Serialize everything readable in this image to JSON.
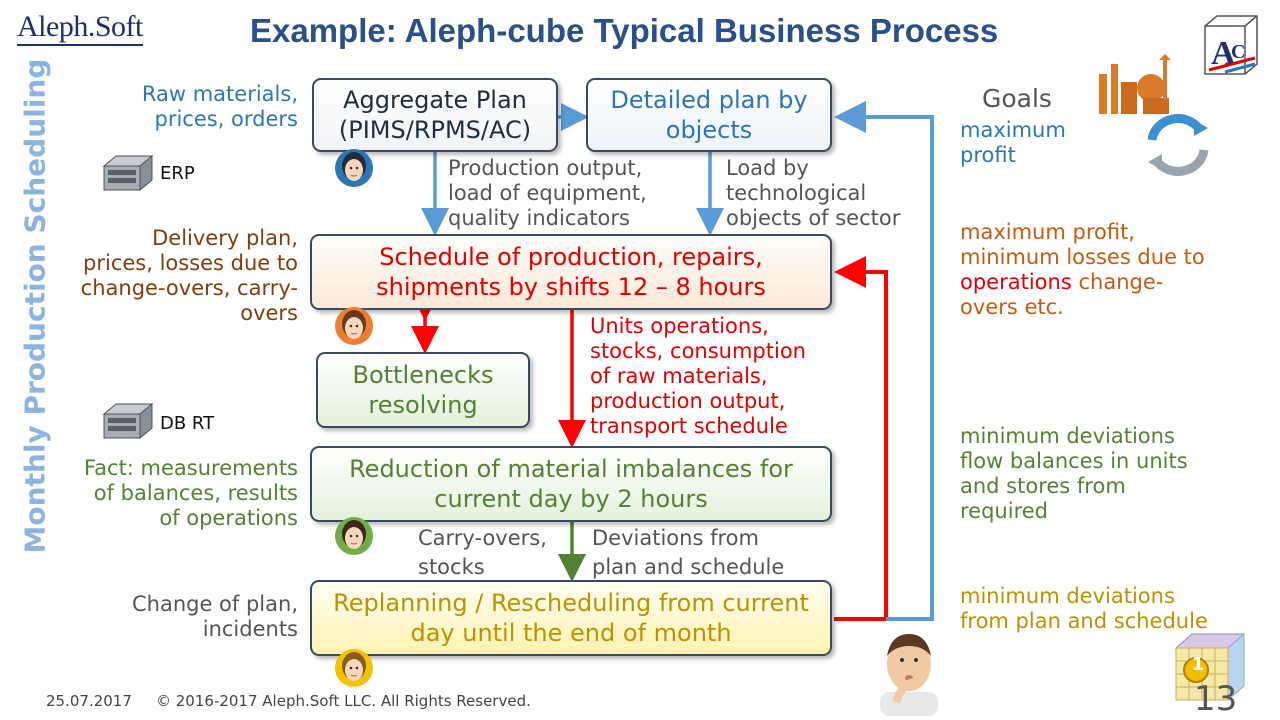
{
  "header": {
    "logo": "Aleph.Soft",
    "title": "Example: Aleph-cube Typical Business Process",
    "side_title": "Monthly Production Scheduling"
  },
  "boxes": {
    "aggregate_plan": "Aggregate Plan (PIMS/RPMS/AC)",
    "detailed_plan": "Detailed plan by objects",
    "schedule": "Schedule of production, repairs, shipments by shifts 12 – 8 hours",
    "bottlenecks": "Bottlenecks resolving",
    "reduction": "Reduction of material imbalances for current day by 2 hours",
    "replanning": "Replanning / Rescheduling from current day until the end of month"
  },
  "inputs": {
    "raw_materials": "Raw materials, prices, orders",
    "delivery_plan": "Delivery plan, prices, losses due to change-overs, carry-overs",
    "fact": "Fact: measurements of balances, results of operations",
    "change_of_plan": "Change of plan, incidents"
  },
  "flows": {
    "production_output": "Production output, load of equipment, quality indicators",
    "load_by_objects": "Load by technological objects of sector",
    "units_operations": "Units operations, stocks, consumption of raw materials, production output, transport schedule",
    "carry_overs": "Carry-overs, stocks",
    "deviations": "Deviations from plan and schedule"
  },
  "servers": {
    "erp": "ERP",
    "db_rt": "DB RT"
  },
  "goals": {
    "heading": "Goals",
    "g1": "maximum profit",
    "g2_a": "maximum profit, minimum losses due to",
    "g2_b": "operations",
    "g2_c": "change-overs etc.",
    "g3": "minimum deviations flow balances in units and stores from required",
    "g4": "minimum deviations from plan and schedule"
  },
  "footer": {
    "date": "25.07.2017",
    "copyright": "© 2016-2017 Aleph.Soft LLC. All Rights Reserved.",
    "page": "13"
  },
  "corner_logo": "AC",
  "cube_badge": "1",
  "colors": {
    "blue_arrow": "#5b9bd5",
    "red_arrow": "#ff0000",
    "green_arrow": "#548235",
    "title": "#2b4f8a"
  }
}
